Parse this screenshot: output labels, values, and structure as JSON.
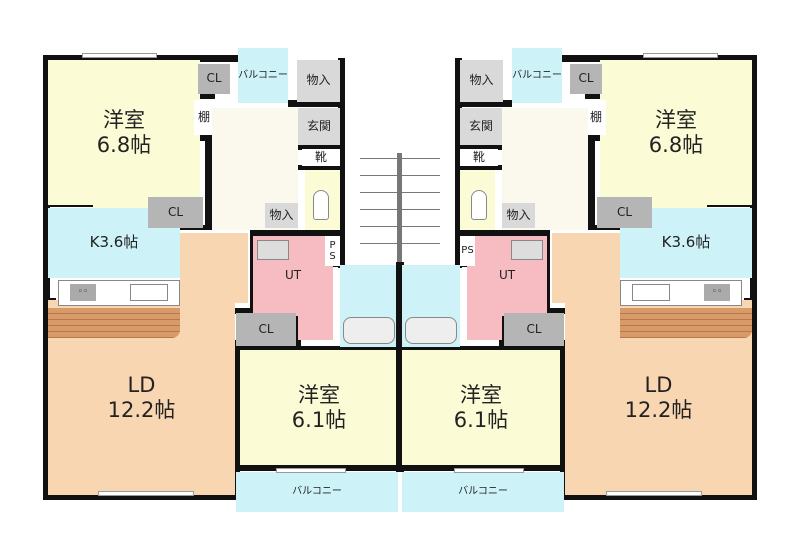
{
  "title": "2住戸 間取り図",
  "colors": {
    "western": "#fbfbd6",
    "closet": "#b5b5b5",
    "storage": "#d9d9d9",
    "kitchen": "#cdf3f8",
    "living": "#f8d6b2",
    "utility": "#f7bcc1",
    "balcony": "#cdf3f8",
    "hall": "#fbf8ee",
    "wall": "#111111"
  },
  "units": [
    {
      "side": "left",
      "rooms": {
        "western_large": "洋室\n6.8帖",
        "closet_top": "CL",
        "shelf": "棚",
        "closet_mid": "CL",
        "balcony_small": "バルコニー",
        "storage_top": "物入",
        "entrance": "玄関",
        "shoe": "靴",
        "storage_bottom": "物入",
        "kitchen": "K3.6帖",
        "living": "LD\n12.2帖",
        "utility": "UT",
        "ps": "P\nS",
        "closet_ut": "CL",
        "western_small": "洋室\n6.1帖",
        "balcony_bottom": "バルコニー"
      }
    },
    {
      "side": "right",
      "rooms": {
        "western_large": "洋室\n6.8帖",
        "closet_top": "CL",
        "shelf": "棚",
        "closet_mid": "CL",
        "balcony_small": "バルコニー",
        "storage_top": "物入",
        "entrance": "玄関",
        "shoe": "靴",
        "storage_bottom": "物入",
        "kitchen": "K3.6帖",
        "living": "LD\n12.2帖",
        "utility": "UT",
        "ps": "PS",
        "closet_ut": "CL",
        "western_small": "洋室\n6.1帖",
        "balcony_bottom": "バルコニー"
      }
    }
  ]
}
